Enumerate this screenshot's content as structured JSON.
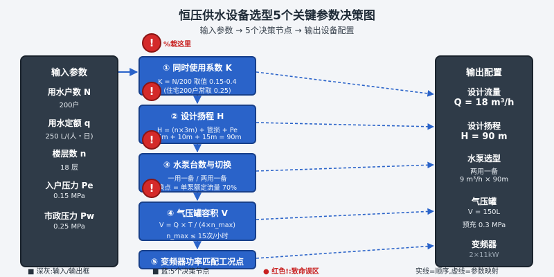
{
  "header": {
    "title": "恒压供水设备选型5个关键参数决策图",
    "subtitle": "输入参数 → 5个决策节点 → 输出设备配置"
  },
  "alert": {
    "glyph": "!",
    "note": "%栽这里",
    "color": "#d42a2a"
  },
  "input_panel": {
    "title": "输入参数",
    "items": [
      {
        "label": "用水户数 N",
        "value": "200户"
      },
      {
        "label": "用水定额 q",
        "value": "250 L/(人・日)"
      },
      {
        "label": "楼层数 n",
        "value": "18 层"
      },
      {
        "label": "入户压力 Pe",
        "value": "0.15 MPa"
      },
      {
        "label": "市政压力 Pw",
        "value": "0.25 MPa"
      }
    ]
  },
  "nodes": [
    {
      "title": "① 同时使用系数 K",
      "lines": [
        "K = N/200 取值 0.15-0.4",
        "(住宅200户常取 0.25)"
      ]
    },
    {
      "title": "② 设计扬程 H",
      "lines": [
        "H = (n×3m) + 管损 + Pe",
        "65m + 10m + 15m = 90m"
      ]
    },
    {
      "title": "③ 水泵台数与切换",
      "lines": [
        "一用一备 / 两用一备",
        "换点 = 单泵额定流量 70%"
      ]
    },
    {
      "title": "④ 气压罐容积 V",
      "lines": [
        "V = Q × T / (4×n_max)",
        "n_max ≤ 15次/小时"
      ]
    },
    {
      "title": "⑤ 变频器功率匹配工况点",
      "lines": []
    }
  ],
  "output_panel": {
    "title": "输出配置",
    "items": [
      {
        "label": "设计流量",
        "big": "Q = 18 m³/h"
      },
      {
        "label": "设计扬程",
        "big": "H = 90 m"
      },
      {
        "label": "水泵选型",
        "values": [
          "两用一备",
          "9 m³/h × 90m"
        ]
      },
      {
        "label": "气压罐",
        "values": [
          "V = 150L",
          "预充 0.3 MPa"
        ]
      },
      {
        "label": "变频器",
        "values": [
          "2×11kW"
        ]
      }
    ]
  },
  "legend": {
    "dark": "■ 深灰:输入/输出框",
    "blue": "■ 蓝:5个决策节点",
    "red": "● 红色!:致命误区",
    "lines": "实线=顺序,虚线=参数映射"
  },
  "colors": {
    "dark": "#2f3b48",
    "blue": "#2a63c9",
    "red": "#d42a2a",
    "bg": "#f3f5f8"
  }
}
